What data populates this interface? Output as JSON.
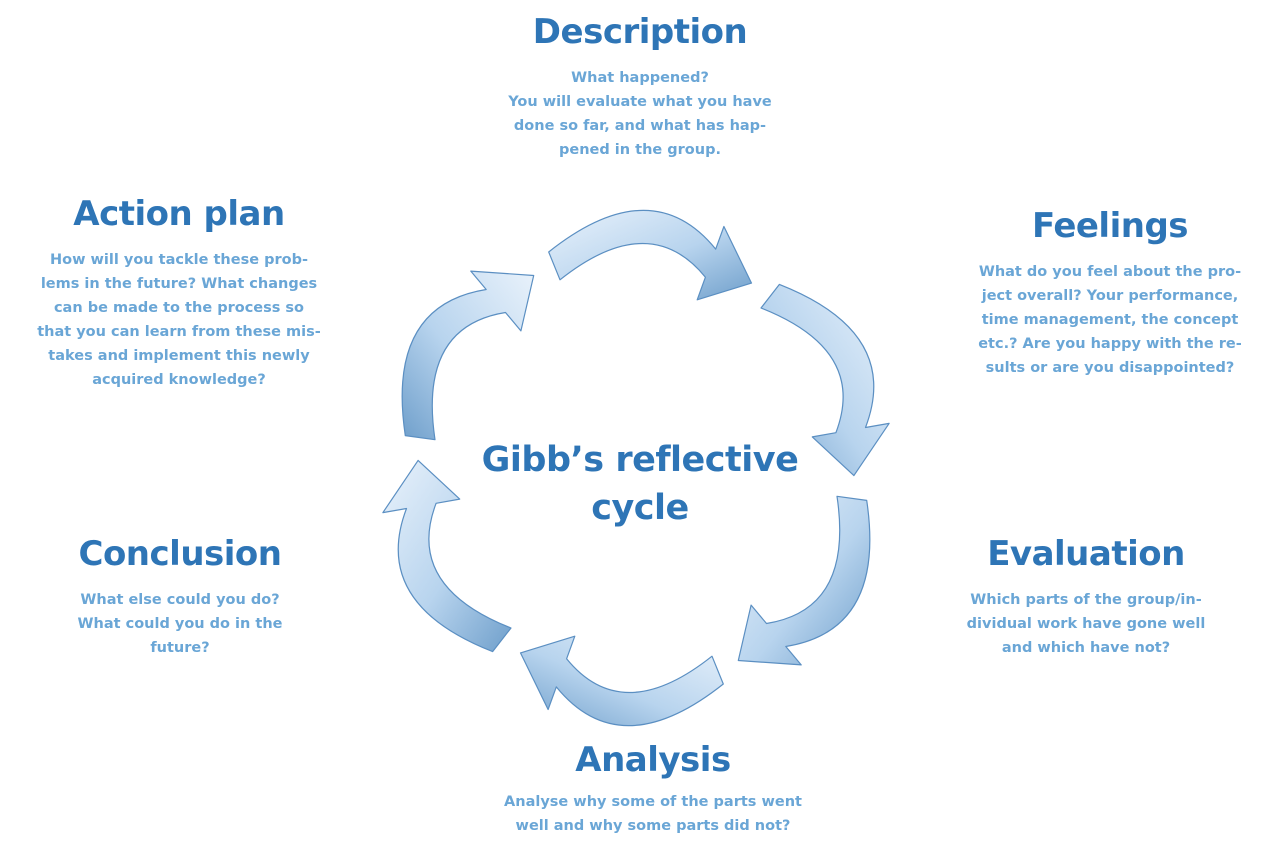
{
  "colors": {
    "heading": "#2e75b6",
    "body_text": "#6aa6d6",
    "arrow_light": "#e9f2fb",
    "arrow_mid": "#b8d4ee",
    "arrow_dark": "#6f9fcb",
    "arrow_outline": "#5b8fc2"
  },
  "center": {
    "line1": "Gibb’s reflective",
    "line2": "cycle"
  },
  "stages": {
    "description": {
      "title": "Description",
      "lines": [
        "What happened?",
        "You will evaluate what you have",
        "done so far, and what has hap-",
        "pened in the group."
      ]
    },
    "feelings": {
      "title": "Feelings",
      "lines": [
        "What do you feel about the pro-",
        "ject overall? Your performance,",
        "time management, the concept",
        "etc.? Are you happy with the re-",
        "sults or are you disappointed?"
      ]
    },
    "evaluation": {
      "title": "Evaluation",
      "lines": [
        "Which parts of the group/in-",
        "dividual work have gone well",
        "and which have not?"
      ]
    },
    "analysis": {
      "title": "Analysis",
      "lines": [
        "Analyse why some of the parts went",
        "well and why some parts did not?"
      ]
    },
    "conclusion": {
      "title": "Conclusion",
      "lines": [
        "What else could you do?",
        "What could you do in the",
        "future?"
      ]
    },
    "action_plan": {
      "title": "Action plan",
      "lines": [
        "How will you tackle these prob-",
        "lems in the future? What changes",
        "can be made to the process so",
        "that you can learn from these mis-",
        "takes and implement this newly",
        "acquired knowledge?"
      ]
    }
  }
}
